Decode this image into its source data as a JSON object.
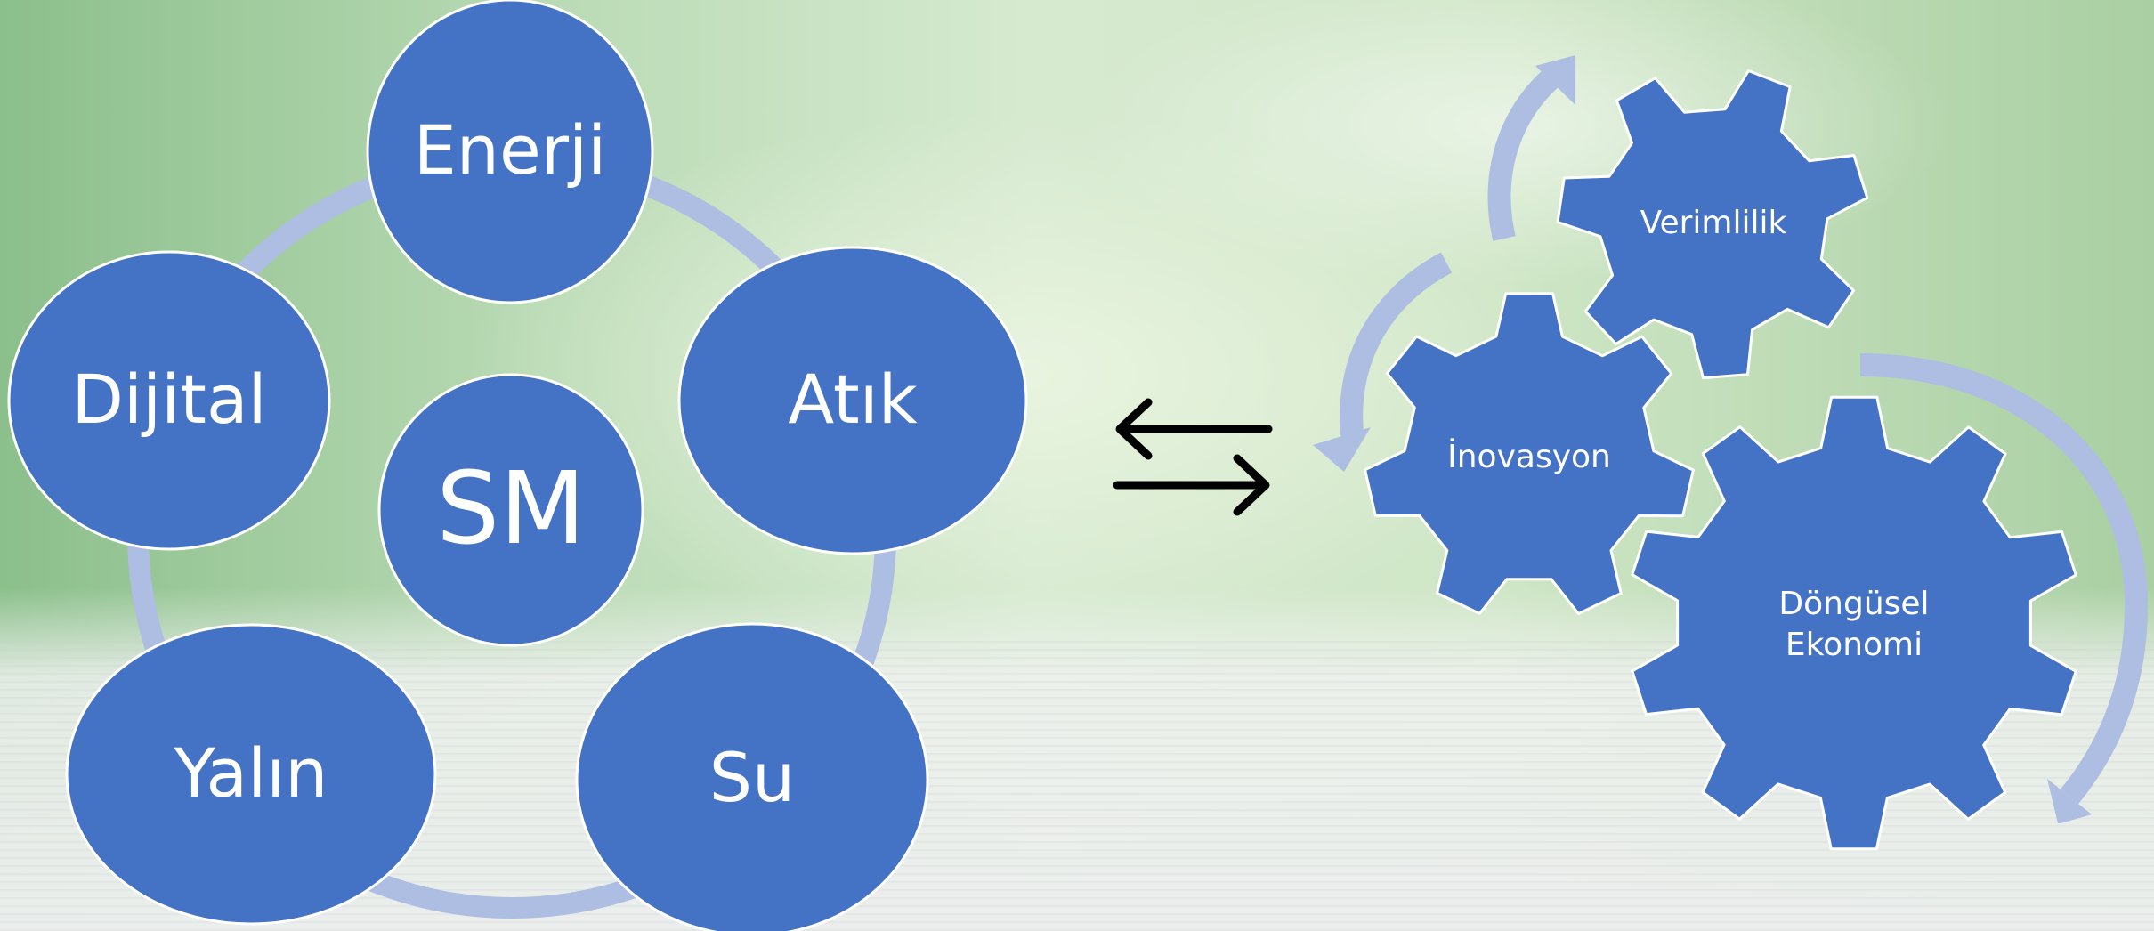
{
  "cycle_diagram": {
    "center": "SM",
    "nodes": [
      "Enerji",
      "Atık",
      "Su",
      "Yalın",
      "Dijital"
    ]
  },
  "exchange_arrows": {
    "icon": "bidirectional-arrows-icon"
  },
  "gear_diagram": {
    "gears": [
      "Verimlilik",
      "İnovasyon",
      "Döngüsel",
      "Ekonomi"
    ]
  },
  "colors": {
    "node_fill": "#4472c4",
    "connector": "#aebde2",
    "text": "#ffffff"
  }
}
